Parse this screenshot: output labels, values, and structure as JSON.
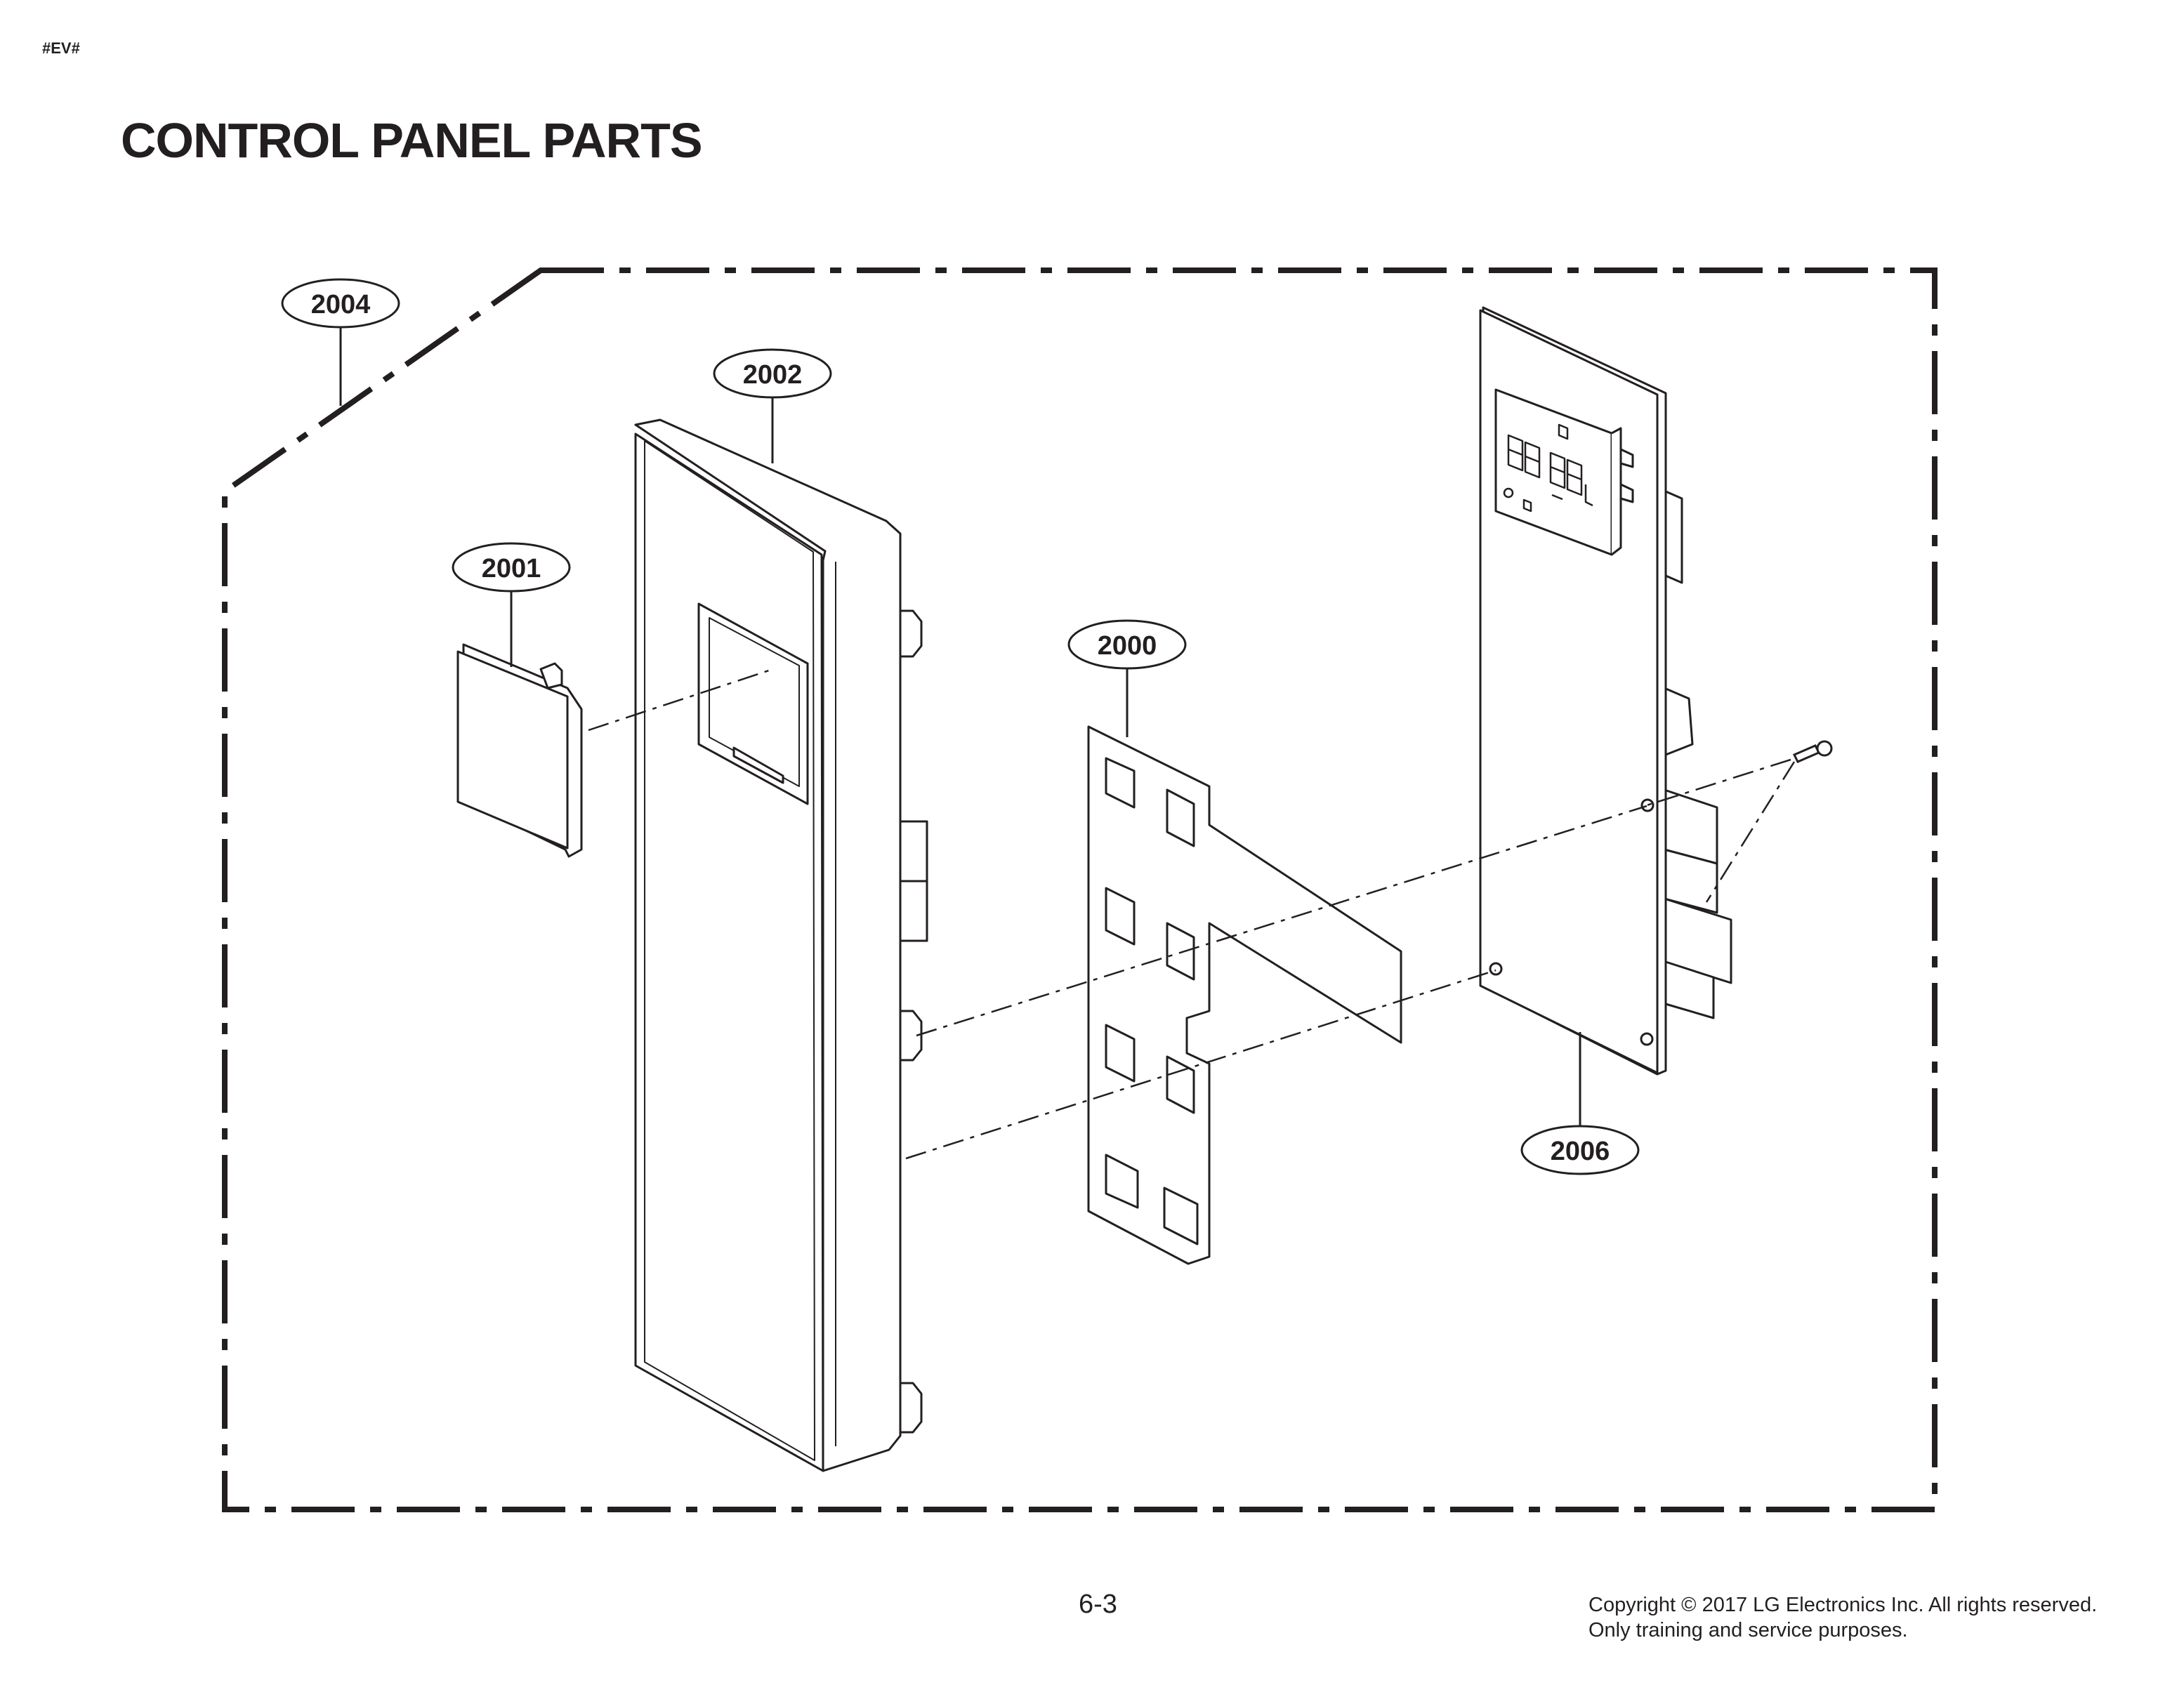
{
  "doc_tag": "#EV#",
  "title": "CONTROL PANEL PARTS",
  "callouts": {
    "c2004": "2004",
    "c2002": "2002",
    "c2001": "2001",
    "c2000": "2000",
    "c2006": "2006"
  },
  "page_number": "6-3",
  "copyright": {
    "line1": "Copyright © 2017 LG Electronics Inc. All rights reserved.",
    "line2": "Only training and service purposes."
  }
}
